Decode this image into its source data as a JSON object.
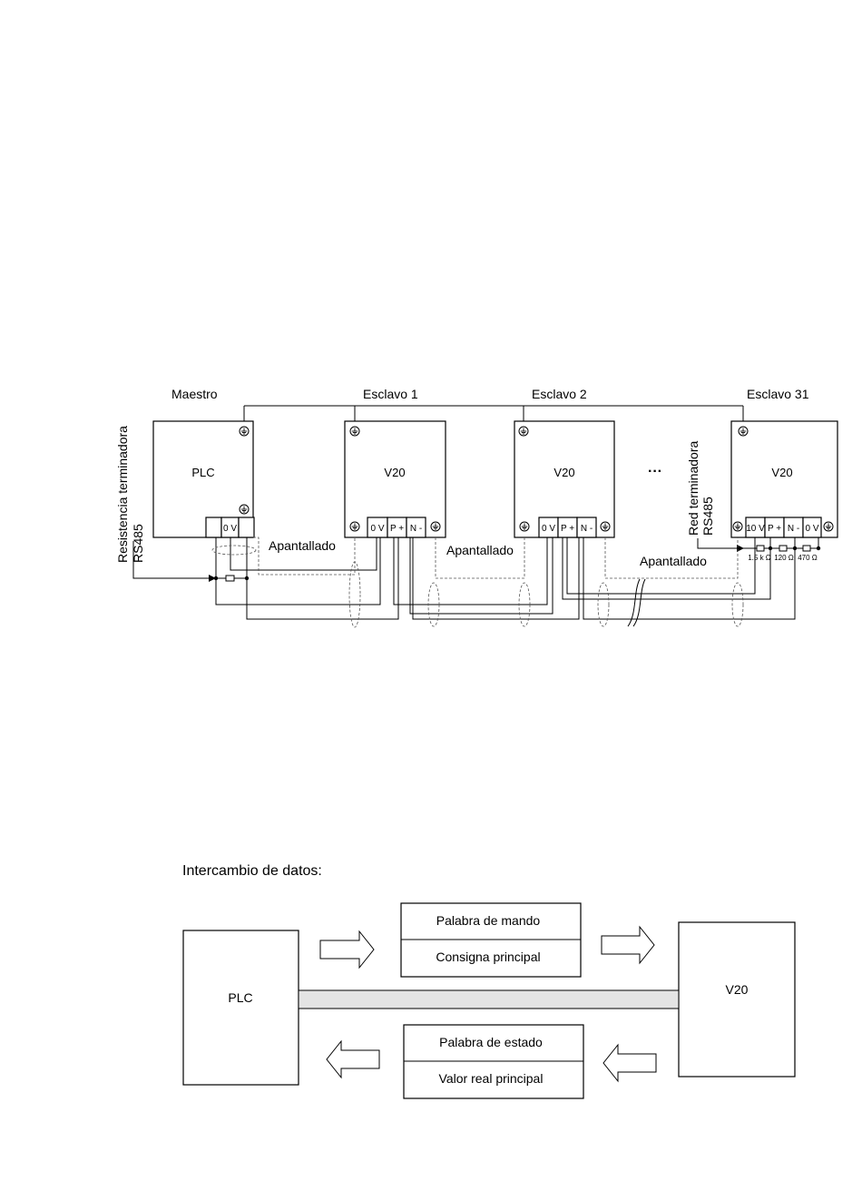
{
  "network": {
    "labels": {
      "master": "Maestro",
      "slave1": "Esclavo 1",
      "slave2": "Esclavo 2",
      "slave31": "Esclavo 31"
    },
    "devices": {
      "plc": "PLC",
      "v20_1": "V20",
      "v20_2": "V20",
      "v20_31": "V20"
    },
    "terminals": {
      "zero_v": "0 V",
      "p_plus": "P +",
      "n_minus": "N -",
      "ten_v": "10 V"
    },
    "ellipsis": "···",
    "shielded": "Apantallado",
    "left_terminator": {
      "line1": "Resistencia terminadora",
      "line2": "RS485"
    },
    "right_terminator": {
      "line1": "Red terminadora",
      "line2": "RS485"
    },
    "resistors": [
      "1.5 k Ω",
      "120 Ω",
      "470 Ω"
    ]
  },
  "exchange": {
    "title": "Intercambio de datos:",
    "plc": "PLC",
    "v20": "V20",
    "control_word": "Palabra de mando",
    "main_setpoint": "Consigna principal",
    "status_word": "Palabra de estado",
    "main_actual": "Valor real principal"
  }
}
